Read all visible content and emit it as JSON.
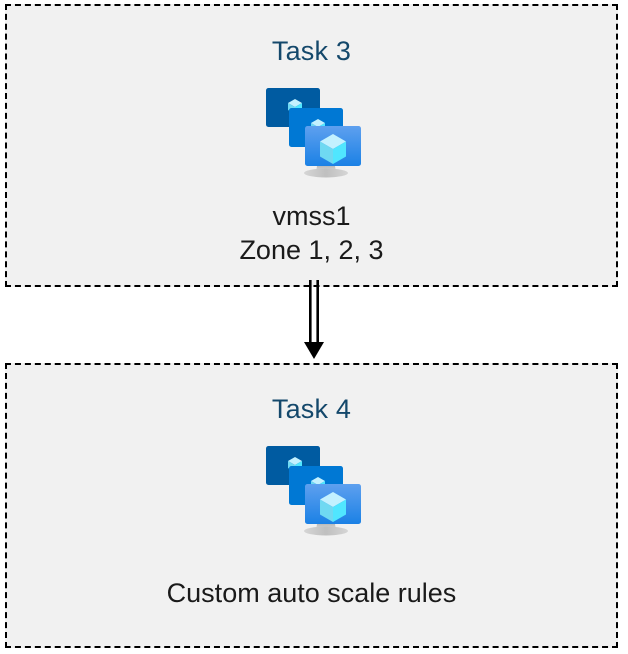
{
  "diagram": {
    "type": "flow-diagram",
    "background_color": "#ffffff",
    "box_fill_color": "#f1f1f1",
    "box_border_color": "#000000",
    "box_border_style": "dashed",
    "title_color": "#14486b",
    "caption_color": "#1a1a1a",
    "connector": {
      "name": "double-line-arrow",
      "direction": "down",
      "from": "task-3",
      "to": "task-4",
      "color": "#000000",
      "style": "double-line-with-solid-arrowhead"
    },
    "icon_palette": {
      "monitor_back": "#005BA1",
      "monitor_mid": "#0078D4",
      "monitor_front_top": "#5EA0EF",
      "monitor_front_bottom": "#1B81E5",
      "cube_light": "#C3F1FF",
      "cube_mid": "#9CEBFF",
      "cube_dark": "#50E6FF",
      "stand_light": "#E8E8E8",
      "stand_dark": "#949494"
    }
  },
  "boxes": [
    {
      "id": "task-3",
      "title": "Task 3",
      "icon": "vmss-icon",
      "icon_label": "virtual-machine-scale-set-icon",
      "captions": [
        "vmss1",
        "Zone 1, 2, 3"
      ]
    },
    {
      "id": "task-4",
      "title": "Task 4",
      "icon": "vmss-icon",
      "icon_label": "virtual-machine-scale-set-icon",
      "captions": [
        "Custom auto scale rules"
      ]
    }
  ]
}
